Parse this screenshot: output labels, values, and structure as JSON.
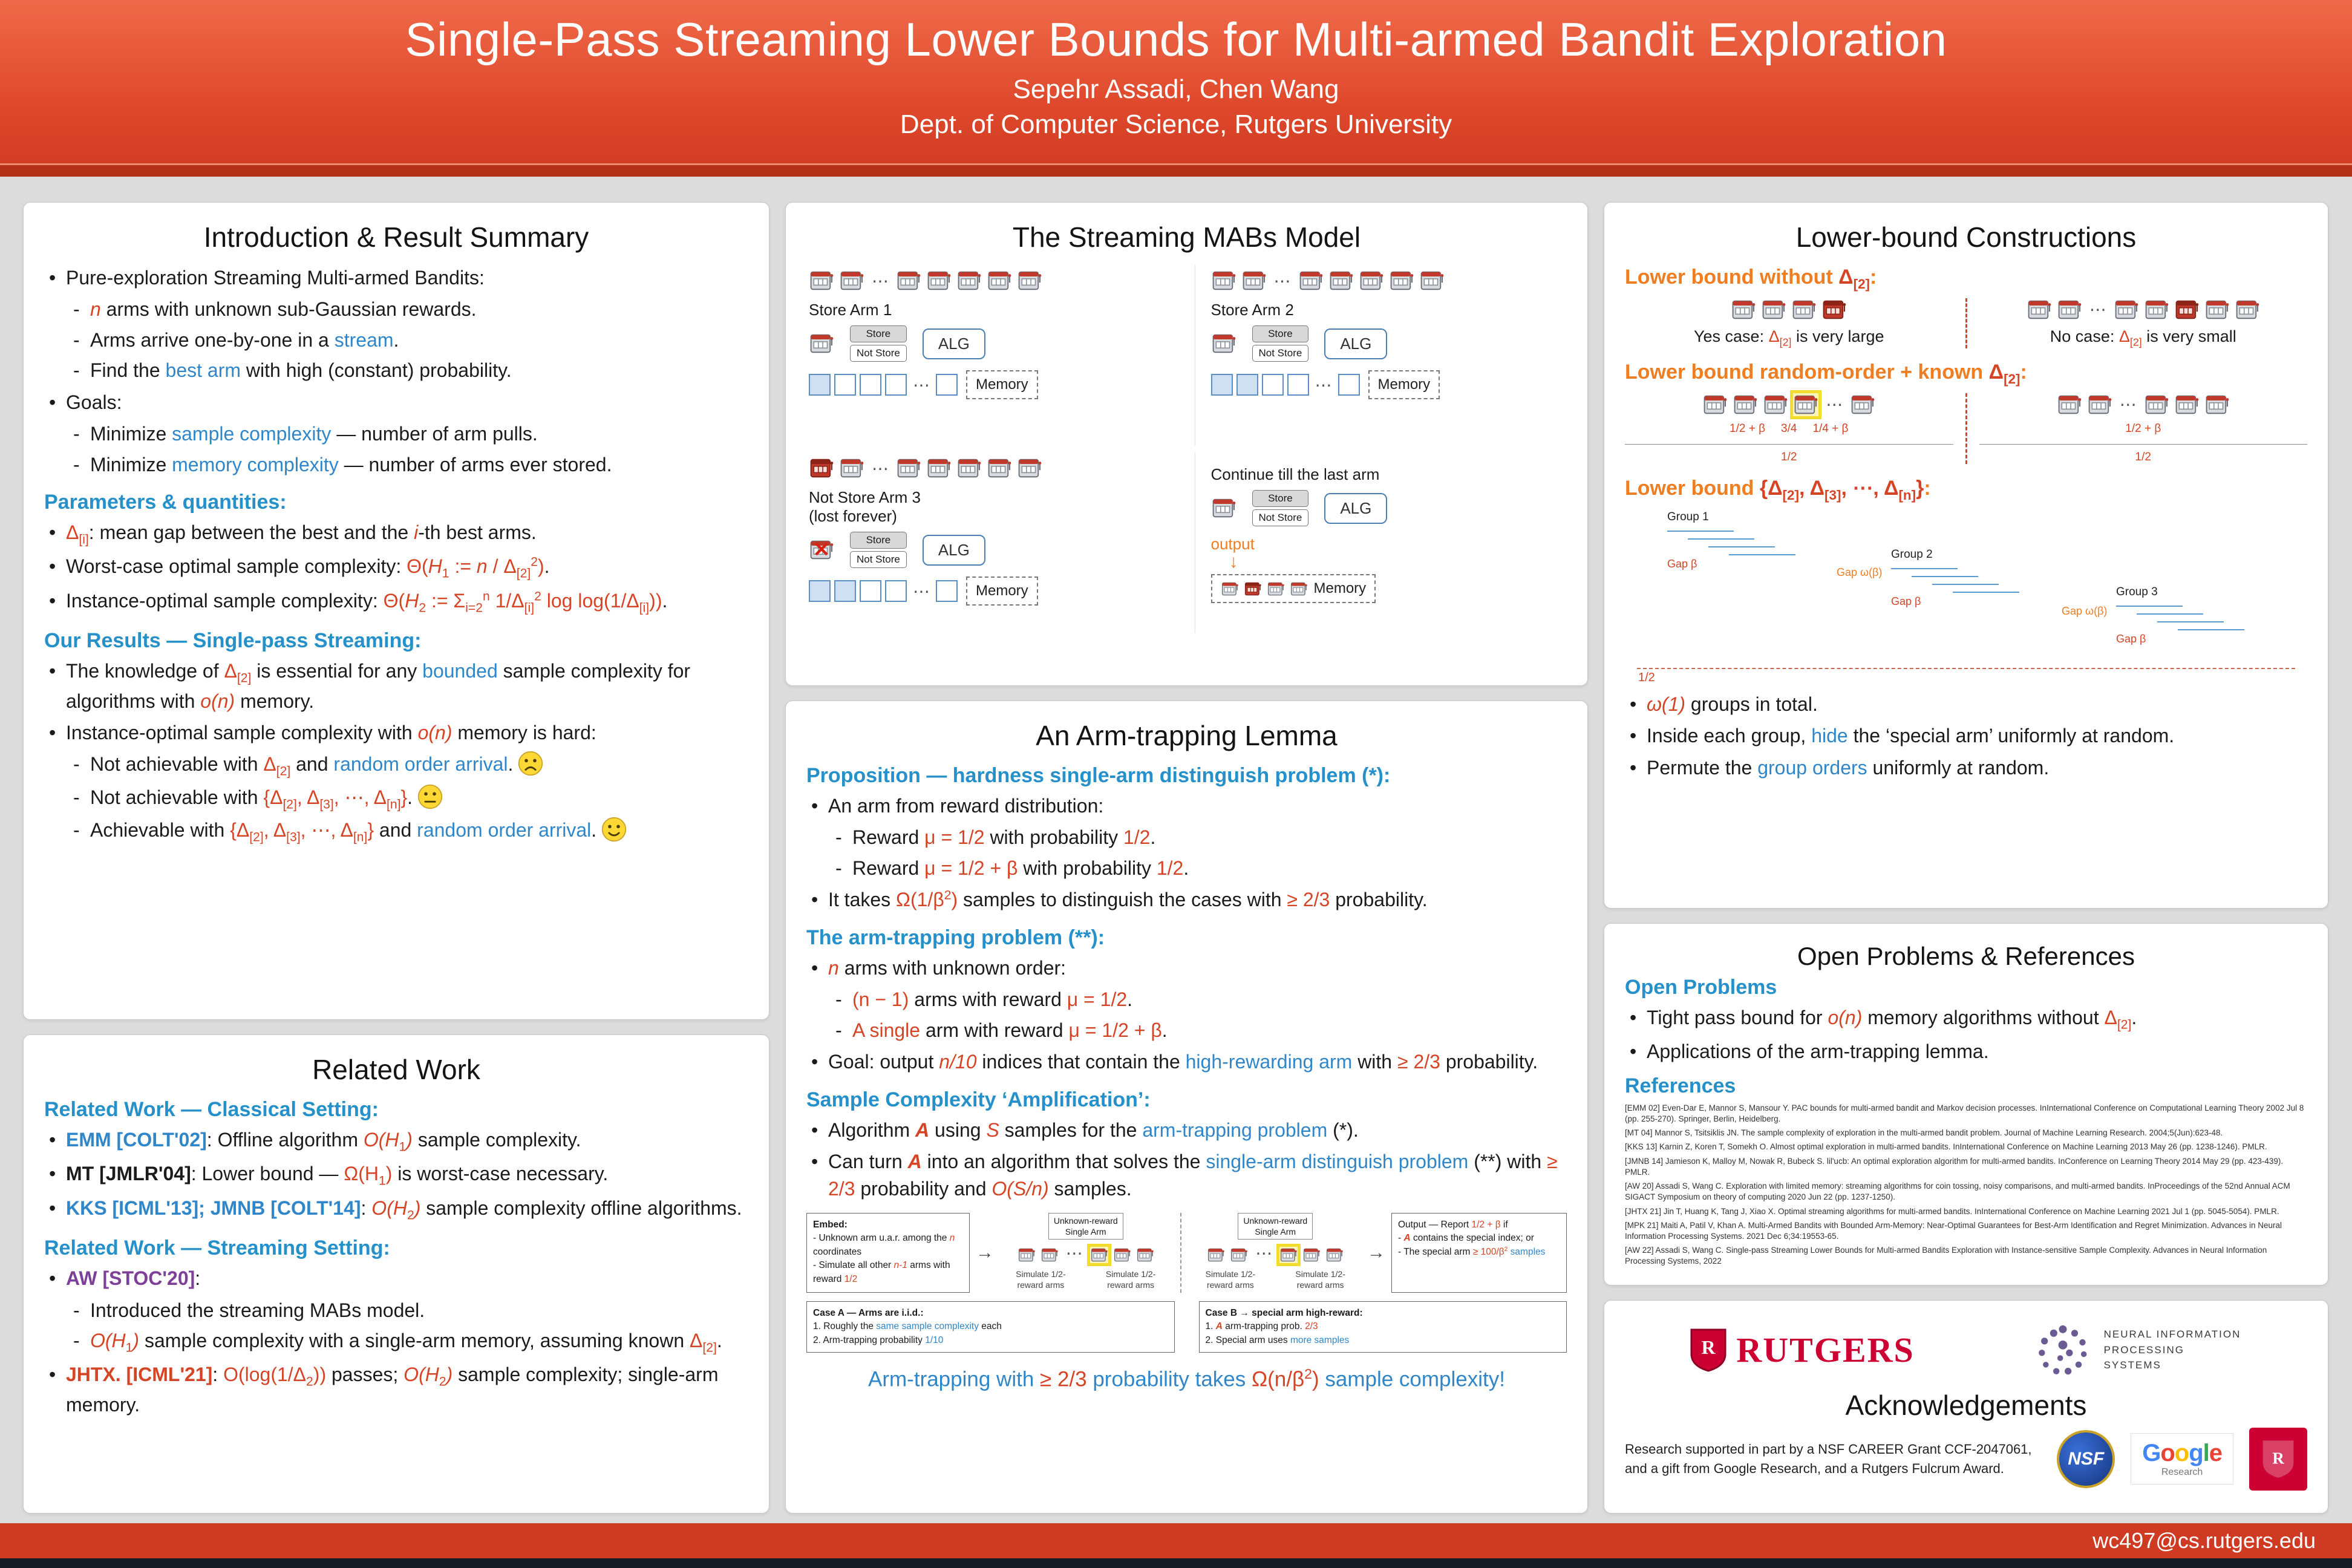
{
  "header": {
    "title": "Single-Pass Streaming Lower Bounds for Multi-armed Bandit Exploration",
    "authors": "Sepehr Assadi, Chen Wang",
    "affiliation": "Dept. of Computer Science, Rutgers University"
  },
  "footer": {
    "email": "wc497@cs.rutgers.edu"
  },
  "intro": {
    "title": "Introduction & Result Summary",
    "b1": [
      {
        "t": "Pure-exploration Streaming Multi-armed Bandits:"
      }
    ],
    "b1s": [
      [
        {
          "t": "n",
          "c": "ri"
        },
        {
          "t": " arms with unknown sub-Gaussian rewards."
        }
      ],
      [
        {
          "t": "Arms arrive one-by-one in a "
        },
        {
          "t": "stream",
          "c": "b"
        },
        {
          "t": "."
        }
      ],
      [
        {
          "t": "Find the "
        },
        {
          "t": "best arm",
          "c": "b"
        },
        {
          "t": " with high (constant) probability."
        }
      ]
    ],
    "b2": [
      {
        "t": "Goals:"
      }
    ],
    "b2s": [
      [
        {
          "t": "Minimize "
        },
        {
          "t": "sample complexity",
          "c": "b"
        },
        {
          "t": " — number of arm pulls."
        }
      ],
      [
        {
          "t": "Minimize "
        },
        {
          "t": "memory complexity",
          "c": "b"
        },
        {
          "t": " — number of arms ever stored."
        }
      ]
    ],
    "params_h": "Parameters & quantities:",
    "p1": [
      {
        "t": "Δ",
        "c": "r"
      },
      {
        "t": "[i]",
        "c": "r sub"
      },
      {
        "t": ": mean gap between the best and the "
      },
      {
        "t": "i",
        "c": "ri"
      },
      {
        "t": "-th best arms."
      }
    ],
    "p2": [
      {
        "t": "Worst-case optimal sample complexity:  "
      },
      {
        "t": "Θ(",
        "c": "r"
      },
      {
        "t": "H",
        "c": "ri"
      },
      {
        "t": "1",
        "c": "r sub"
      },
      {
        "t": " := ",
        "c": "r"
      },
      {
        "t": "n",
        "c": "ri"
      },
      {
        "t": " / Δ",
        "c": "r"
      },
      {
        "t": "[2]",
        "c": "r sub"
      },
      {
        "t": "2",
        "c": "r sup"
      },
      {
        "t": ")",
        "c": "r"
      },
      {
        "t": "."
      }
    ],
    "p3": [
      {
        "t": "Instance-optimal sample complexity: "
      },
      {
        "t": "Θ(",
        "c": "r"
      },
      {
        "t": "H",
        "c": "ri"
      },
      {
        "t": "2",
        "c": "r sub"
      },
      {
        "t": " := Σ",
        "c": "r"
      },
      {
        "t": "i=2",
        "c": "r sub"
      },
      {
        "t": "n",
        "c": "r sup"
      },
      {
        "t": " 1/Δ",
        "c": "r"
      },
      {
        "t": "[i]",
        "c": "r sub"
      },
      {
        "t": "2",
        "c": "r sup"
      },
      {
        "t": " log log(1/Δ",
        "c": "r"
      },
      {
        "t": "[i]",
        "c": "r sub"
      },
      {
        "t": "))",
        "c": "r"
      },
      {
        "t": "."
      }
    ],
    "results_h": "Our Results — Single-pass Streaming:",
    "r1": [
      {
        "t": "The knowledge of "
      },
      {
        "t": "Δ",
        "c": "r"
      },
      {
        "t": "[2]",
        "c": "r sub"
      },
      {
        "t": " is essential for any "
      },
      {
        "t": "bounded",
        "c": "b"
      },
      {
        "t": " sample complexity for algorithms with "
      },
      {
        "t": "o(n)",
        "c": "ri"
      },
      {
        "t": " memory."
      }
    ],
    "r2": [
      {
        "t": "Instance-optimal sample complexity with "
      },
      {
        "t": "o(n)",
        "c": "ri"
      },
      {
        "t": " memory is hard:"
      }
    ],
    "r2s1": [
      {
        "t": "Not achievable with "
      },
      {
        "t": "Δ",
        "c": "r"
      },
      {
        "t": "[2]",
        "c": "r sub"
      },
      {
        "t": " and "
      },
      {
        "t": "random order arrival",
        "c": "b"
      },
      {
        "t": "."
      }
    ],
    "r2s2": [
      {
        "t": "Not achievable with "
      },
      {
        "t": "{Δ",
        "c": "r"
      },
      {
        "t": "[2]",
        "c": "r sub"
      },
      {
        "t": ", Δ",
        "c": "r"
      },
      {
        "t": "[3]",
        "c": "r sub"
      },
      {
        "t": ", ⋯, Δ",
        "c": "r"
      },
      {
        "t": "[n]",
        "c": "r sub"
      },
      {
        "t": "}",
        "c": "r"
      },
      {
        "t": "."
      }
    ],
    "r2s3": [
      {
        "t": "Achievable with "
      },
      {
        "t": "{Δ",
        "c": "r"
      },
      {
        "t": "[2]",
        "c": "r sub"
      },
      {
        "t": ", Δ",
        "c": "r"
      },
      {
        "t": "[3]",
        "c": "r sub"
      },
      {
        "t": ", ⋯, Δ",
        "c": "r"
      },
      {
        "t": "[n]",
        "c": "r sub"
      },
      {
        "t": "}",
        "c": "r"
      },
      {
        "t": " and "
      },
      {
        "t": "random order arrival",
        "c": "b"
      },
      {
        "t": "."
      }
    ]
  },
  "related": {
    "title": "Related Work",
    "classical_h": "Related Work — Classical Setting:",
    "c1": [
      {
        "t": "EMM [COLT'02]",
        "c": "b bd"
      },
      {
        "t": ": Offline algorithm "
      },
      {
        "t": "O(H",
        "c": "ri"
      },
      {
        "t": "1",
        "c": "r sub"
      },
      {
        "t": ")",
        "c": "ri"
      },
      {
        "t": " sample complexity."
      }
    ],
    "c2": [
      {
        "t": "MT [JMLR'04]",
        "c": "bd"
      },
      {
        "t": ": Lower bound — "
      },
      {
        "t": "Ω(H",
        "c": "r"
      },
      {
        "t": "1",
        "c": "r sub"
      },
      {
        "t": ")",
        "c": "r"
      },
      {
        "t": " is worst-case necessary."
      }
    ],
    "c3": [
      {
        "t": "KKS [ICML'13]; JMNB [COLT'14]",
        "c": "b bd"
      },
      {
        "t": ": "
      },
      {
        "t": "O(H",
        "c": "ri"
      },
      {
        "t": "2",
        "c": "r sub"
      },
      {
        "t": ")",
        "c": "ri"
      },
      {
        "t": " sample complexity offline algorithms."
      }
    ],
    "streaming_h": "Related Work — Streaming Setting:",
    "s1": [
      {
        "t": "AW [STOC'20]",
        "c": "p bd"
      },
      {
        "t": ":"
      }
    ],
    "s1a": [
      {
        "t": "Introduced the streaming MABs model."
      }
    ],
    "s1b": [
      {
        "t": "O(H",
        "c": "ri"
      },
      {
        "t": "1",
        "c": "r sub"
      },
      {
        "t": ")",
        "c": "ri"
      },
      {
        "t": " sample complexity with a single-arm memory, assuming known "
      },
      {
        "t": "Δ",
        "c": "r"
      },
      {
        "t": "[2]",
        "c": "r sub"
      },
      {
        "t": "."
      }
    ],
    "s2": [
      {
        "t": "JHTX. [ICML'21]",
        "c": "r bd"
      },
      {
        "t": ": "
      },
      {
        "t": "O(log(1/Δ",
        "c": "r"
      },
      {
        "t": "2",
        "c": "r sub"
      },
      {
        "t": "))",
        "c": "r"
      },
      {
        "t": " passes;  "
      },
      {
        "t": "O(H",
        "c": "ri"
      },
      {
        "t": "2",
        "c": "r sub"
      },
      {
        "t": ")",
        "c": "ri"
      },
      {
        "t": " sample complexity; single-arm memory."
      }
    ]
  },
  "model": {
    "title": "The Streaming MABs Model",
    "alg": "ALG",
    "memory": "Memory",
    "store": "Store",
    "not_store": "Not Store",
    "output": "output",
    "d1": {
      "stream": "nn.nnnnn",
      "label": "Store Arm 1",
      "arm": "n",
      "slots": "feee.e"
    },
    "d2": {
      "stream": "nn.nnnnn",
      "label": "Store Arm 2",
      "arm": "n",
      "slots": "ffee.e"
    },
    "d3": {
      "stream": "rn.nnnnn",
      "label": "Not Store Arm 3",
      "label2": "(lost forever)",
      "arm": "x",
      "slots": "ffee.e"
    },
    "d4": {
      "label": "Continue till the last arm",
      "arm": "n",
      "mem": "nrnn"
    }
  },
  "lemma": {
    "title": "An Arm-trapping Lemma",
    "prop_h": "Proposition — hardness single-arm distinguish problem (*):",
    "p1": [
      {
        "t": "An arm from reward distribution:"
      }
    ],
    "p1a": [
      {
        "t": "Reward "
      },
      {
        "t": "μ = 1/2",
        "c": "r"
      },
      {
        "t": " with probability "
      },
      {
        "t": "1/2",
        "c": "r"
      },
      {
        "t": "."
      }
    ],
    "p1b": [
      {
        "t": "Reward "
      },
      {
        "t": "μ = 1/2 + β",
        "c": "r"
      },
      {
        "t": " with probability "
      },
      {
        "t": "1/2",
        "c": "r"
      },
      {
        "t": "."
      }
    ],
    "p2": [
      {
        "t": "It takes "
      },
      {
        "t": "Ω(1/β",
        "c": "r"
      },
      {
        "t": "2",
        "c": "r sup"
      },
      {
        "t": ")",
        "c": "r"
      },
      {
        "t": " samples to distinguish the cases with  "
      },
      {
        "t": "≥ 2/3",
        "c": "r"
      },
      {
        "t": " probability."
      }
    ],
    "trap_h": "The arm-trapping problem (**):",
    "t1": [
      {
        "t": "n",
        "c": "ri"
      },
      {
        "t": " arms with unknown order:"
      }
    ],
    "t1a": [
      {
        "t": "(n − 1)",
        "c": "r"
      },
      {
        "t": " arms with reward "
      },
      {
        "t": "μ = 1/2",
        "c": "r"
      },
      {
        "t": "."
      }
    ],
    "t1b": [
      {
        "t": "A single",
        "c": "r"
      },
      {
        "t": " arm with reward "
      },
      {
        "t": "μ = 1/2 + β",
        "c": "r"
      },
      {
        "t": "."
      }
    ],
    "t2": [
      {
        "t": "Goal: output "
      },
      {
        "t": "n/10",
        "c": "ri"
      },
      {
        "t": " indices that contain the "
      },
      {
        "t": "high-rewarding arm",
        "c": "b"
      },
      {
        "t": " with "
      },
      {
        "t": "≥ 2/3",
        "c": "r"
      },
      {
        "t": " probability."
      }
    ],
    "amp_h": "Sample Complexity ‘Amplification’:",
    "a1": [
      {
        "t": "Algorithm "
      },
      {
        "t": "A",
        "c": "ri bd"
      },
      {
        "t": " using "
      },
      {
        "t": "S",
        "c": "ri"
      },
      {
        "t": " samples for the "
      },
      {
        "t": "arm-trapping problem",
        "c": "b"
      },
      {
        "t": " (*)."
      }
    ],
    "a2": [
      {
        "t": "Can turn "
      },
      {
        "t": "A",
        "c": "ri bd"
      },
      {
        "t": " into an algorithm that solves the "
      },
      {
        "t": "single-arm distinguish problem",
        "c": "b"
      },
      {
        "t": " (**) with "
      },
      {
        "t": "≥ 2/3",
        "c": "r"
      },
      {
        "t": " probability and "
      },
      {
        "t": "O(S/n)",
        "c": "ri"
      },
      {
        "t": " samples."
      }
    ],
    "diagram": {
      "embed": [
        [
          {
            "t": "Embed:",
            "c": "bd"
          }
        ],
        [
          {
            "t": "- Unknown arm u.a.r. among the "
          },
          {
            "t": "n",
            "c": "ri"
          },
          {
            "t": " coordinates"
          }
        ],
        [
          {
            "t": "- Simulate all other "
          },
          {
            "t": "n-1",
            "c": "ri"
          },
          {
            "t": " arms with reward "
          },
          {
            "t": "1/2",
            "c": "r"
          }
        ]
      ],
      "unknown": [
        "Unknown-reward",
        "Single Arm"
      ],
      "simulate": "Simulate 1/2-reward arms",
      "armsA": "nn.ynn",
      "armsB": "nn.ynn",
      "output": [
        [
          {
            "t": "Output — Report "
          },
          {
            "t": "1/2 + β",
            "c": "r"
          },
          {
            "t": " if"
          }
        ],
        [
          {
            "t": "- "
          },
          {
            "t": "A",
            "c": "ri bd"
          },
          {
            "t": " contains the special index; or"
          }
        ],
        [
          {
            "t": "- The special arm "
          },
          {
            "t": "≥ 100/β",
            "c": "r"
          },
          {
            "t": "2",
            "c": "r sup"
          },
          {
            "t": " samples",
            "c": "b"
          }
        ]
      ],
      "caseA": [
        [
          {
            "t": "Case A — Arms are i.i.d.:",
            "c": "bd"
          }
        ],
        [
          {
            "t": "1. Roughly the "
          },
          {
            "t": "same sample complexity",
            "c": "b"
          },
          {
            "t": " each"
          }
        ],
        [
          {
            "t": "2. Arm-trapping probability "
          },
          {
            "t": "1/10",
            "c": "b"
          }
        ]
      ],
      "caseB": [
        [
          {
            "t": "Case B → special arm high-reward:",
            "c": "bd"
          }
        ],
        [
          {
            "t": "1. "
          },
          {
            "t": "A",
            "c": "ri bd"
          },
          {
            "t": " arm-trapping prob. "
          },
          {
            "t": "2/3",
            "c": "r"
          }
        ],
        [
          {
            "t": "2. Special arm uses "
          },
          {
            "t": "more samples",
            "c": "b"
          }
        ]
      ]
    },
    "conclusion": [
      {
        "t": "Arm-trapping with  "
      },
      {
        "t": "≥ 2/3",
        "c": "r"
      },
      {
        "t": " probability takes "
      },
      {
        "t": "Ω(n/β",
        "c": "r"
      },
      {
        "t": "2",
        "c": "r sup"
      },
      {
        "t": ")",
        "c": "r"
      },
      {
        "t": " sample complexity!"
      }
    ]
  },
  "lower": {
    "title": "Lower-bound Constructions",
    "h1": [
      {
        "t": "Lower bound without "
      },
      {
        "t": "Δ",
        "c": "r"
      },
      {
        "t": "[2]",
        "c": "r sub"
      },
      {
        "t": ":"
      }
    ],
    "d1_left": "nnnr",
    "d1_right": "nn.nnrnn",
    "yes_case": [
      {
        "t": "Yes case: "
      },
      {
        "t": "Δ",
        "c": "r"
      },
      {
        "t": "[2]",
        "c": "r sub"
      },
      {
        "t": " is very large"
      }
    ],
    "no_case": [
      {
        "t": "No case: "
      },
      {
        "t": "Δ",
        "c": "r"
      },
      {
        "t": "[2]",
        "c": "r sub"
      },
      {
        "t": " is very small"
      }
    ],
    "h2": [
      {
        "t": "Lower bound random-order + known "
      },
      {
        "t": "Δ",
        "c": "r"
      },
      {
        "t": "[2]",
        "c": "r sub"
      },
      {
        "t": ":"
      }
    ],
    "d2_left": "nnny.n",
    "d2_left_labels": [
      "1/2 + β",
      "3/4",
      "1/4 + β"
    ],
    "d2_right": "nn.nnn",
    "d2_right_labels": [
      "1/2 + β"
    ],
    "axis": "1/2",
    "h3": [
      {
        "t": "Lower bound "
      },
      {
        "t": "{Δ",
        "c": "r"
      },
      {
        "t": "[2]",
        "c": "r sub"
      },
      {
        "t": ", Δ",
        "c": "r"
      },
      {
        "t": "[3]",
        "c": "r sub"
      },
      {
        "t": ", ⋯, Δ",
        "c": "r"
      },
      {
        "t": "[n]",
        "c": "r sub"
      },
      {
        "t": "}",
        "c": "r"
      },
      {
        "t": ":"
      }
    ],
    "groups": [
      "Group 1",
      "Group 2",
      "Group 3"
    ],
    "gap_small": "Gap β",
    "gap_big": "Gap ω(β)",
    "bullets": [
      [
        {
          "t": "ω(1)",
          "c": "ri"
        },
        {
          "t": " groups in total."
        }
      ],
      [
        {
          "t": "Inside each group, "
        },
        {
          "t": "hide",
          "c": "b"
        },
        {
          "t": " the ‘special arm’ uniformly at random."
        }
      ],
      [
        {
          "t": "Permute the "
        },
        {
          "t": "group orders",
          "c": "b"
        },
        {
          "t": " uniformly at random."
        }
      ]
    ]
  },
  "open": {
    "title": "Open Problems & References",
    "problems_h": "Open Problems",
    "p1": [
      {
        "t": "Tight pass bound for "
      },
      {
        "t": "o(n)",
        "c": "ri"
      },
      {
        "t": " memory algorithms without "
      },
      {
        "t": "Δ",
        "c": "r"
      },
      {
        "t": "[2]",
        "c": "r sub"
      },
      {
        "t": "."
      }
    ],
    "p2": [
      {
        "t": "Applications of the arm-trapping lemma."
      }
    ],
    "refs_h": "References",
    "refs": [
      "[EMM 02] Even-Dar E, Mannor S, Mansour Y. PAC bounds for multi-armed bandit and Markov decision processes. InInternational Conference on Computational Learning Theory 2002 Jul 8 (pp. 255-270). Springer, Berlin, Heidelberg.",
      "[MT 04] Mannor S, Tsitsiklis JN. The sample complexity of exploration in the multi-armed bandit problem. Journal of Machine Learning Research. 2004;5(Jun):623-48.",
      "[KKS 13] Karnin Z, Koren T, Somekh O. Almost optimal exploration in multi-armed bandits. InInternational Conference on Machine Learning 2013 May 26 (pp. 1238-1246). PMLR.",
      "[JMNB 14] Jamieson K, Malloy M, Nowak R, Bubeck S. lil'ucb: An optimal exploration algorithm for multi-armed bandits. InConference on Learning Theory 2014 May 29 (pp. 423-439). PMLR.",
      "[AW 20] Assadi S, Wang C. Exploration with limited memory: streaming algorithms for coin tossing, noisy comparisons, and multi-armed bandits. InProceedings of the 52nd Annual ACM SIGACT Symposium on theory of computing 2020 Jun 22 (pp. 1237-1250).",
      "[JHTX 21] Jin T, Huang K, Tang J, Xiao X. Optimal streaming algorithms for multi-armed bandits. InInternational Conference on Machine Learning 2021 Jul 1 (pp. 5045-5054). PMLR.",
      "[MPK 21] Maiti A, Patil V, Khan A. Multi-Armed Bandits with Bounded Arm-Memory: Near-Optimal Guarantees for Best-Arm Identification and Regret Minimization. Advances in Neural Information Processing Systems. 2021 Dec 6;34:19553-65.",
      "[AW 22] Assadi S, Wang C. Single-pass Streaming Lower Bounds for Multi-armed Bandits Exploration with Instance-sensitive Sample Complexity. Advances in Neural Information Processing Systems, 2022"
    ]
  },
  "ack": {
    "title": "Acknowledgements",
    "text": "Research supported in part by a NSF CAREER Grant CCF-2047061, and a gift from Google Research, and a Rutgers Fulcrum Award."
  },
  "logos": {
    "rutgers": "RUTGERS",
    "rutgers_shield_letter": "R",
    "neurips": "NEURAL INFORMATION PROCESSING SYSTEMS",
    "nsf": "NSF",
    "google_letters": [
      {
        "t": "G",
        "c": "gB"
      },
      {
        "t": "o",
        "c": "gR"
      },
      {
        "t": "o",
        "c": "gY"
      },
      {
        "t": "g",
        "c": "gB"
      },
      {
        "t": "l",
        "c": "gG"
      },
      {
        "t": "e",
        "c": "gR"
      }
    ],
    "google_sub": "Research"
  }
}
